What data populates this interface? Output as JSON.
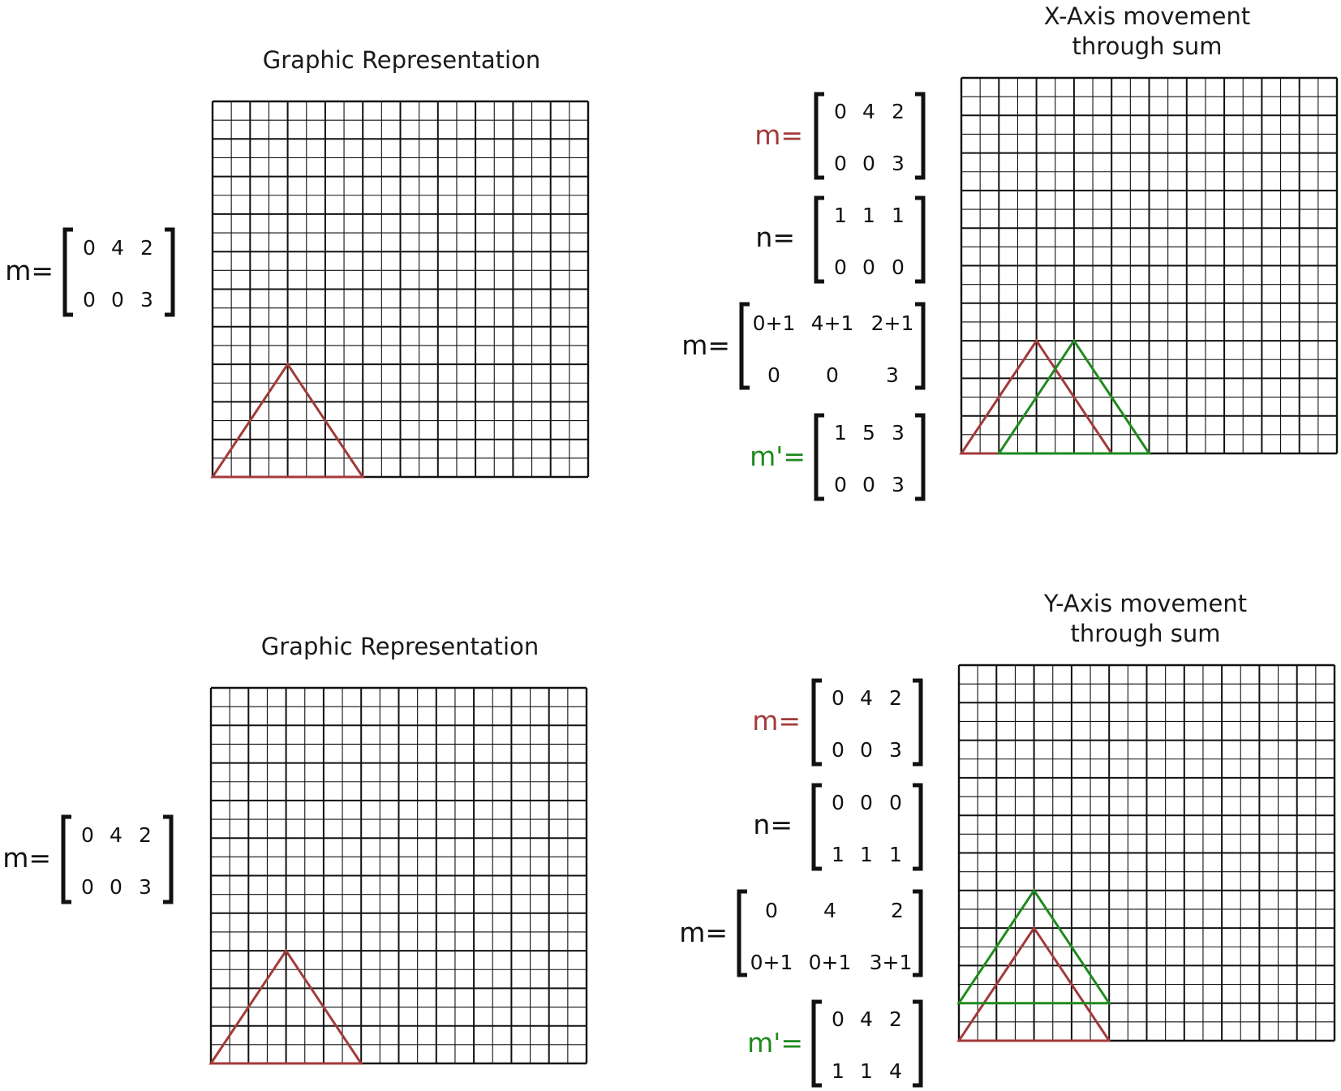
{
  "colors": {
    "original": "#a33a3a",
    "moved": "#1f8a1f",
    "grid": "#111111",
    "text": "#111111"
  },
  "top_row": {
    "left_panel": {
      "title": "Graphic Representation",
      "matrix": {
        "label": "m=",
        "rows": [
          [
            "0",
            "4",
            "2"
          ],
          [
            "0",
            "0",
            "3"
          ]
        ]
      }
    },
    "right_panel": {
      "title_line1": "X-Axis movement",
      "title_line2": "through sum",
      "matrices": [
        {
          "label": "m=",
          "label_color": "original",
          "rows": [
            [
              "0",
              "4",
              "2"
            ],
            [
              "0",
              "0",
              "3"
            ]
          ]
        },
        {
          "label": "n=",
          "label_color": "text",
          "rows": [
            [
              "1",
              "1",
              "1"
            ],
            [
              "0",
              "0",
              "0"
            ]
          ]
        },
        {
          "label": "m=",
          "label_color": "text",
          "rows": [
            [
              "0+1",
              "4+1",
              "2+1"
            ],
            [
              "0",
              "0",
              "3"
            ]
          ]
        },
        {
          "label": "m'=",
          "label_color": "moved",
          "rows": [
            [
              "1",
              "5",
              "3"
            ],
            [
              "0",
              "0",
              "3"
            ]
          ]
        }
      ]
    }
  },
  "bottom_row": {
    "left_panel": {
      "title": "Graphic Representation",
      "matrix": {
        "label": "m=",
        "rows": [
          [
            "0",
            "4",
            "2"
          ],
          [
            "0",
            "0",
            "3"
          ]
        ]
      }
    },
    "right_panel": {
      "title_line1": "Y-Axis movement",
      "title_line2": "through sum",
      "matrices": [
        {
          "label": "m=",
          "label_color": "original",
          "rows": [
            [
              "0",
              "4",
              "2"
            ],
            [
              "0",
              "0",
              "3"
            ]
          ]
        },
        {
          "label": "n=",
          "label_color": "text",
          "rows": [
            [
              "0",
              "0",
              "0"
            ],
            [
              "1",
              "1",
              "1"
            ]
          ]
        },
        {
          "label": "m=",
          "label_color": "text",
          "rows": [
            [
              "0",
              "4",
              "2"
            ],
            [
              "0+1",
              "0+1",
              "3+1"
            ]
          ]
        },
        {
          "label": "m'=",
          "label_color": "moved",
          "rows": [
            [
              "0",
              "4",
              "2"
            ],
            [
              "1",
              "1",
              "4"
            ]
          ]
        }
      ]
    }
  },
  "grid": {
    "major_cells": 10,
    "minor_per_major": 2
  },
  "triangles": {
    "top_left": [
      {
        "points_x": [
          0,
          4,
          2
        ],
        "points_y": [
          0,
          0,
          3
        ],
        "color": "original"
      }
    ],
    "top_right": [
      {
        "points_x": [
          0,
          4,
          2
        ],
        "points_y": [
          0,
          0,
          3
        ],
        "color": "original"
      },
      {
        "points_x": [
          1,
          5,
          3
        ],
        "points_y": [
          0,
          0,
          3
        ],
        "color": "moved"
      }
    ],
    "bottom_left": [
      {
        "points_x": [
          0,
          4,
          2
        ],
        "points_y": [
          0,
          0,
          3
        ],
        "color": "original"
      }
    ],
    "bottom_right": [
      {
        "points_x": [
          0,
          4,
          2
        ],
        "points_y": [
          0,
          0,
          3
        ],
        "color": "original"
      },
      {
        "points_x": [
          0,
          4,
          2
        ],
        "points_y": [
          1,
          1,
          4
        ],
        "color": "moved"
      }
    ]
  }
}
